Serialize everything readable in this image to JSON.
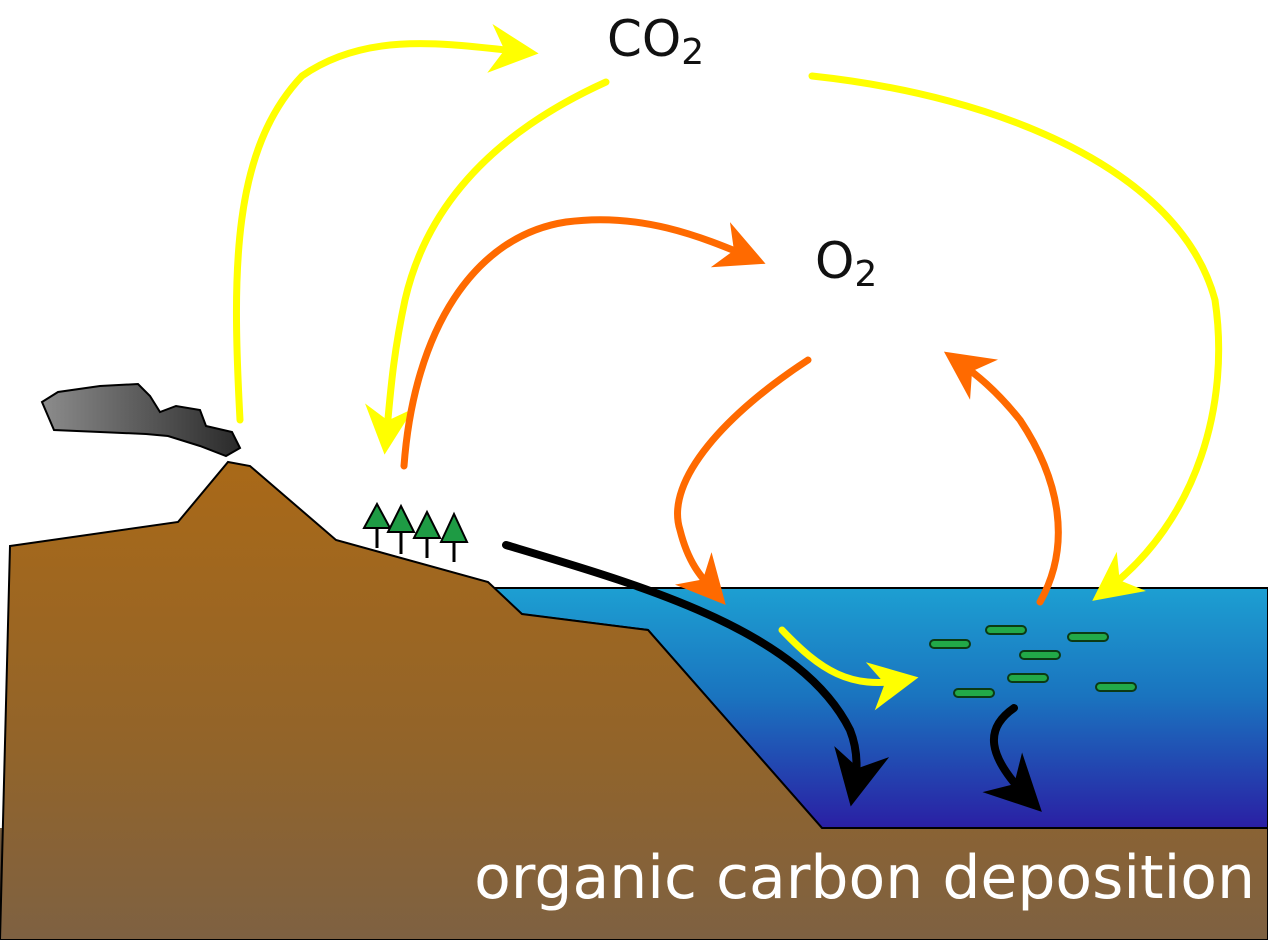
{
  "labels": {
    "carbon_dioxide": {
      "base": "CO",
      "sub": "2"
    },
    "oxygen": {
      "base": "O",
      "sub": "2"
    },
    "bottom_caption": "organic carbon deposition"
  },
  "colors": {
    "co2_arrow": "#ffff00",
    "o2_arrow": "#ff6600",
    "carbon_flow_arrow": "#000000",
    "land": "#a96a1a",
    "ocean_surface": "#1d9bd0",
    "ocean_deep": "#2222aa",
    "sediment": "#7a5c3c",
    "trees": "#1a9a40",
    "phytoplankton": "#22aa44",
    "volcanic_plume": "#888888"
  },
  "icons": [
    "volcanic-plume-icon",
    "tree-icon",
    "phytoplankton-icon"
  ]
}
